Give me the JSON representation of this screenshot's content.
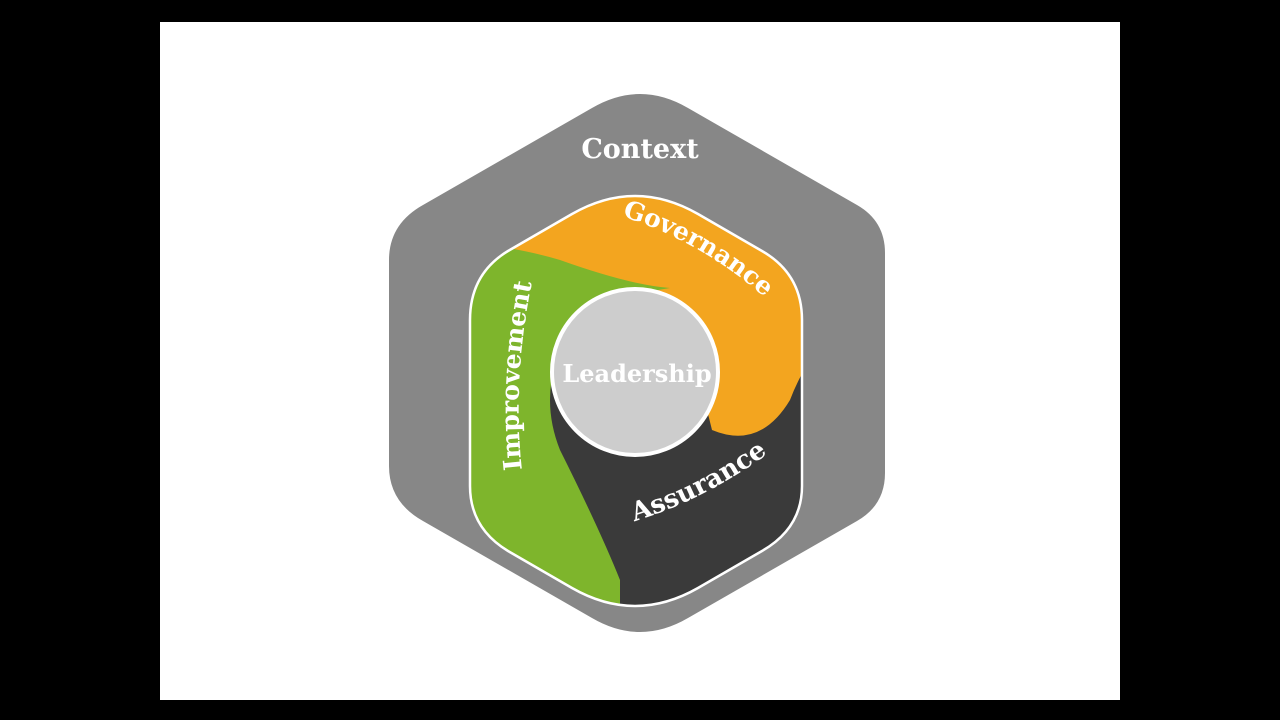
{
  "diagram": {
    "outer_label": "Context",
    "center_label": "Leadership",
    "segments": [
      {
        "id": "governance",
        "label": "Governance",
        "color": "#F3A51F"
      },
      {
        "id": "improvement",
        "label": "Improvement",
        "color": "#7EB52C"
      },
      {
        "id": "assurance",
        "label": "Assurance",
        "color": "#3A3A3A"
      }
    ]
  },
  "colors": {
    "frame": "#000000",
    "slide": "#FFFFFF",
    "outer_hexagon": "#878787",
    "center_circle": "#CDCDCD",
    "label_text": "#FFFFFF"
  }
}
